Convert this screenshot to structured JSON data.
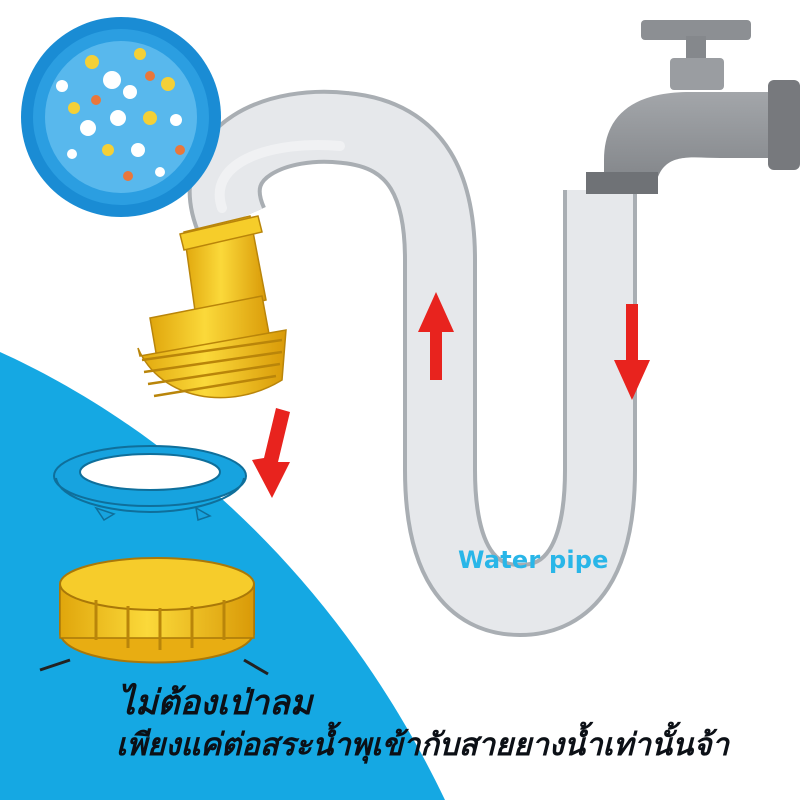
{
  "labels": {
    "water_pipe": "Water pipe"
  },
  "captions": {
    "line1": "ไม่ต้องเป่าลม",
    "line2": "เพียงแค่ต่อสระน้ำพุเข้ากับสายยางน้ำเท่านั้นจ้า"
  },
  "colors": {
    "pool_blue": "#15a8e3",
    "pipe_fill": "#e5e7ea",
    "pipe_edge": "#a9aeb3",
    "faucet_grey": "#8f9296",
    "brass_yellow": "#f1c21c",
    "arrow_red": "#e8231e",
    "label_blue": "#29b6e8"
  },
  "icons": [
    "splash-pad-thumbnail",
    "water-faucet-icon",
    "hose-connector-icon",
    "sealing-ring-icon",
    "inlet-cap-icon",
    "flow-arrow-icon"
  ]
}
